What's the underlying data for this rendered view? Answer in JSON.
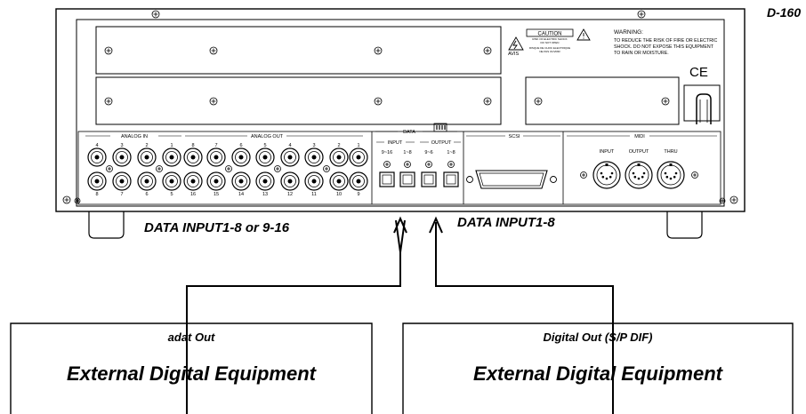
{
  "model": "D-160",
  "rear_panel": {
    "analog_in_label": "ANALOG IN",
    "analog_in_top": [
      "4",
      "3",
      "2",
      "1"
    ],
    "analog_in_bottom": [
      "8",
      "7",
      "6",
      "5"
    ],
    "analog_out_label": "ANALOG OUT",
    "analog_out_top": [
      "8",
      "7",
      "6",
      "5",
      "4",
      "3",
      "2",
      "1"
    ],
    "analog_out_bottom": [
      "16",
      "15",
      "14",
      "13",
      "12",
      "11",
      "10",
      "9"
    ],
    "data_label": "DATA",
    "input_label": "INPUT",
    "output_label": "OUTPUT",
    "data_channels": [
      "9~16",
      "1~8",
      "9~6",
      "1~8"
    ],
    "scsi_label": "SCSI",
    "midi_label": "MIDI",
    "midi_ports": [
      "INPUT",
      "OUTPUT",
      "THRU"
    ],
    "caution_label": "CAUTION",
    "caution_lines": [
      "RISK OF ELECTRIC SHOCK",
      "DO NOT OPEN"
    ],
    "caution_fine_lines": [
      "RISQUE DE CHOC ELECTRIQUE",
      "NE PAS OUVRIR"
    ],
    "avis_label": "AVIS",
    "warning_title": "WARNING:",
    "warning_lines": [
      "TO REDUCE THE RISK OF FIRE OR ELECTRIC",
      "SHOCK. DO NOT EXPOSE THIS EQUIPMENT",
      "TO RAIN OR MOISTURE."
    ],
    "ce_mark": "CE"
  },
  "connections": {
    "left_caption": "DATA INPUT1-8 or 9-16",
    "right_caption": "DATA INPUT1-8"
  },
  "devices": [
    {
      "subtitle": "adat Out",
      "title": "External Digital Equipment"
    },
    {
      "subtitle": "Digital Out (S/P DIF)",
      "title": "External Digital Equipment"
    }
  ]
}
